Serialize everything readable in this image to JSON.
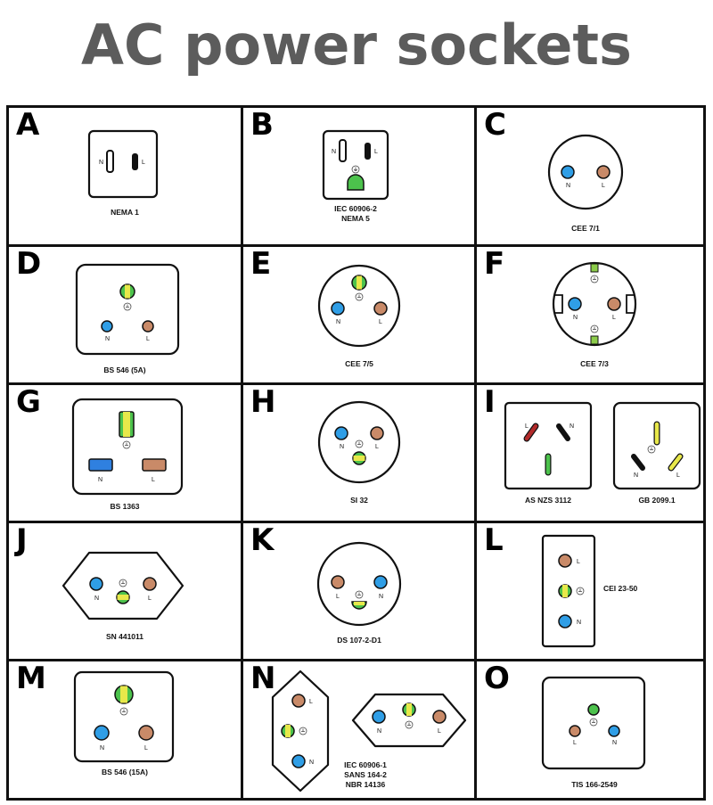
{
  "title": "AC power sockets",
  "pin_labels": {
    "neutral": "N",
    "live": "L"
  },
  "colors": {
    "neutral": "#2f9ee6",
    "live": "#c98a68",
    "earth": "#4cc24c",
    "earth_stripe": "#e8e84a",
    "au_live": "#b22a2a"
  },
  "sockets": [
    {
      "letter": "A",
      "caption": [
        "NEMA 1"
      ]
    },
    {
      "letter": "B",
      "caption": [
        "IEC 60906-2",
        "NEMA 5"
      ]
    },
    {
      "letter": "C",
      "caption": [
        "CEE 7/1"
      ]
    },
    {
      "letter": "D",
      "caption": [
        "BS 546 (5A)"
      ]
    },
    {
      "letter": "E",
      "caption": [
        "CEE 7/5"
      ]
    },
    {
      "letter": "F",
      "caption": [
        "CEE 7/3"
      ]
    },
    {
      "letter": "G",
      "caption": [
        "BS 1363"
      ]
    },
    {
      "letter": "H",
      "caption": [
        "SI 32"
      ]
    },
    {
      "letter": "I",
      "caption": [
        "AS NZS 3112",
        "GB 2099.1"
      ]
    },
    {
      "letter": "J",
      "caption": [
        "SN 441011"
      ]
    },
    {
      "letter": "K",
      "caption": [
        "DS 107-2-D1"
      ]
    },
    {
      "letter": "L",
      "caption": [
        "CEI 23-50"
      ]
    },
    {
      "letter": "M",
      "caption": [
        "BS 546 (15A)"
      ]
    },
    {
      "letter": "N",
      "caption": [
        "IEC 60906-1",
        "SANS 164-2",
        "NBR 14136"
      ]
    },
    {
      "letter": "O",
      "caption": [
        "TIS 166-2549"
      ]
    }
  ]
}
